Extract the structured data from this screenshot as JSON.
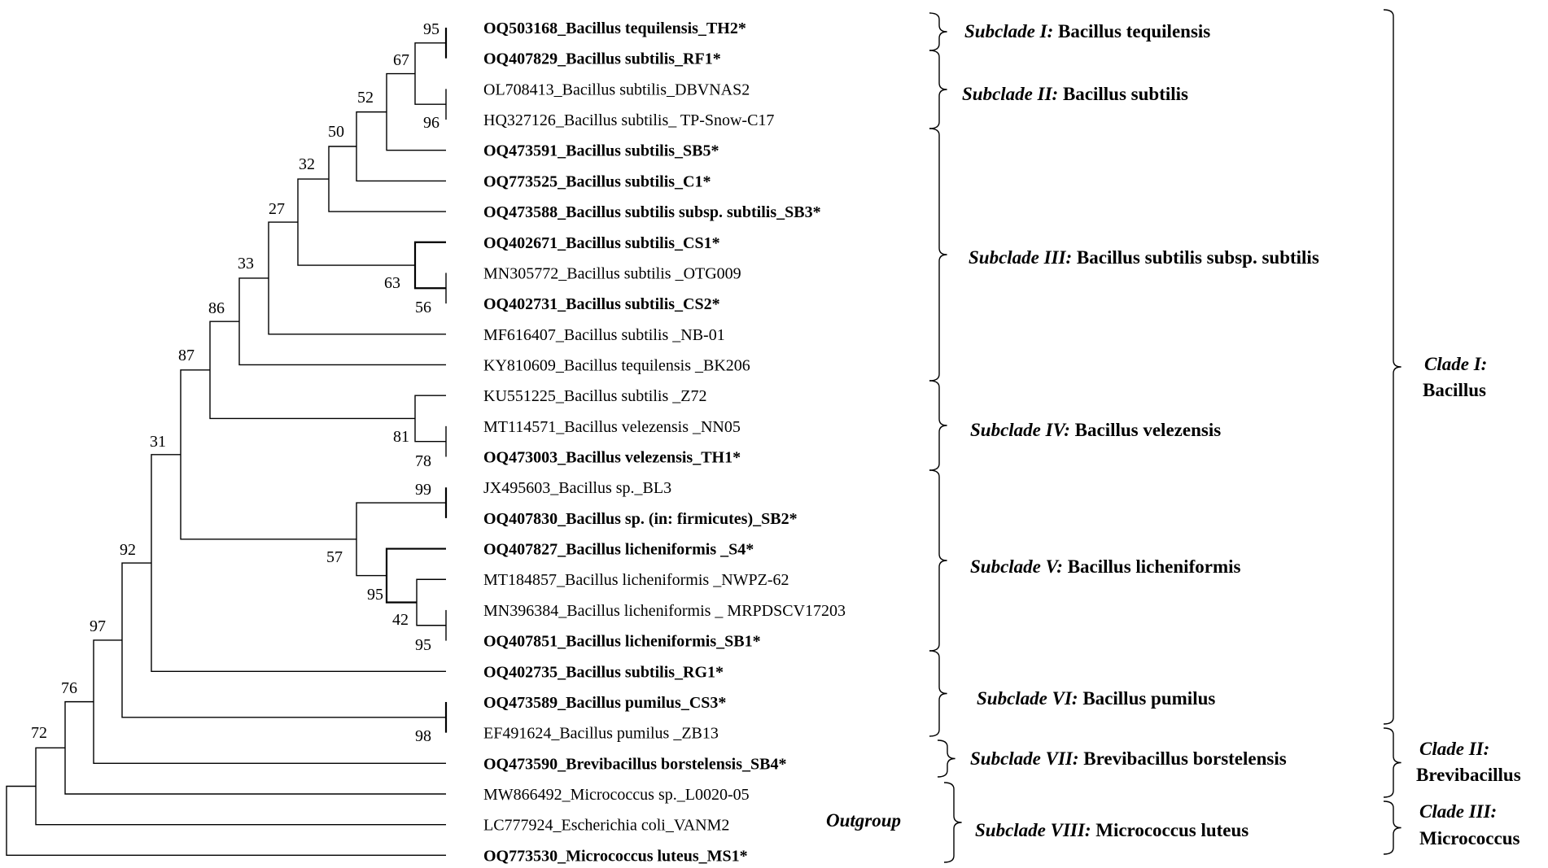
{
  "leaves": [
    {
      "name": "OQ503168_Bacillus tequilensis_TH2*",
      "bold": true
    },
    {
      "name": "OQ407829_Bacillus subtilis_RF1*",
      "bold": true
    },
    {
      "name": "OL708413_Bacillus subtilis_DBVNAS2",
      "bold": false
    },
    {
      "name": "HQ327126_Bacillus subtilis_ TP-Snow-C17",
      "bold": false
    },
    {
      "name": "OQ473591_Bacillus subtilis_SB5*",
      "bold": true
    },
    {
      "name": "OQ773525_Bacillus subtilis_C1*",
      "bold": true
    },
    {
      "name": "OQ473588_Bacillus subtilis subsp. subtilis_SB3*",
      "bold": true
    },
    {
      "name": "OQ402671_Bacillus subtilis_CS1*",
      "bold": true
    },
    {
      "name": "MN305772_Bacillus subtilis _OTG009",
      "bold": false
    },
    {
      "name": "OQ402731_Bacillus subtilis_CS2*",
      "bold": true
    },
    {
      "name": "MF616407_Bacillus subtilis _NB-01",
      "bold": false
    },
    {
      "name": "KY810609_Bacillus tequilensis _BK206",
      "bold": false
    },
    {
      "name": "KU551225_Bacillus subtilis _Z72",
      "bold": false
    },
    {
      "name": "MT114571_Bacillus velezensis _NN05",
      "bold": false
    },
    {
      "name": "OQ473003_Bacillus velezensis_TH1*",
      "bold": true
    },
    {
      "name": "JX495603_Bacillus sp._BL3",
      "bold": false
    },
    {
      "name": "OQ407830_Bacillus sp. (in: firmicutes)_SB2*",
      "bold": true
    },
    {
      "name": "OQ407827_Bacillus licheniformis _S4*",
      "bold": true
    },
    {
      "name": "MT184857_Bacillus licheniformis _NWPZ-62",
      "bold": false
    },
    {
      "name": "MN396384_Bacillus licheniformis _ MRPDSCV17203",
      "bold": false
    },
    {
      "name": "OQ407851_Bacillus licheniformis_SB1*",
      "bold": true
    },
    {
      "name": "OQ402735_Bacillus subtilis_RG1*",
      "bold": true
    },
    {
      "name": "OQ473589_Bacillus pumilus_CS3*",
      "bold": true
    },
    {
      "name": "EF491624_Bacillus pumilus _ZB13",
      "bold": false
    },
    {
      "name": "OQ473590_Brevibacillus borstelensis_SB4*",
      "bold": true
    },
    {
      "name": "MW866492_Micrococcus sp._L0020-05",
      "bold": false
    },
    {
      "name": "LC777924_Escherichia coli_VANM2",
      "bold": false
    },
    {
      "name": "OQ773530_Micrococcus luteus_MS1*",
      "bold": true
    }
  ],
  "bootstrap": [
    "95",
    "67",
    "96",
    "52",
    "50",
    "32",
    "27",
    "63",
    "56",
    "33",
    "86",
    "87",
    "81",
    "78",
    "31",
    "99",
    "57",
    "95",
    "42",
    "95",
    "92",
    "97",
    "98",
    "76",
    "72"
  ],
  "outgroup_label": "Outgroup",
  "subclades": [
    {
      "prefix": "Subclade I:",
      "name": " Bacillus tequilensis"
    },
    {
      "prefix": "Subclade II:",
      "name": " Bacillus subtilis"
    },
    {
      "prefix": "Subclade III:",
      "name": " Bacillus subtilis subsp. subtilis"
    },
    {
      "prefix": "Subclade IV:",
      "name": " Bacillus velezensis"
    },
    {
      "prefix": "Subclade V:",
      "name": " Bacillus licheniformis"
    },
    {
      "prefix": "Subclade VI:",
      "name": " Bacillus pumilus"
    },
    {
      "prefix": "Subclade VII:",
      "name": " Brevibacillus borstelensis"
    },
    {
      "prefix": "Subclade VIII:",
      "name": " Micrococcus luteus"
    }
  ],
  "clades": [
    {
      "prefix": "Clade I:",
      "name": "Bacillus"
    },
    {
      "prefix": "Clade II:",
      "name": "Brevibacillus"
    },
    {
      "prefix": "Clade III:",
      "name": "Micrococcus"
    }
  ]
}
